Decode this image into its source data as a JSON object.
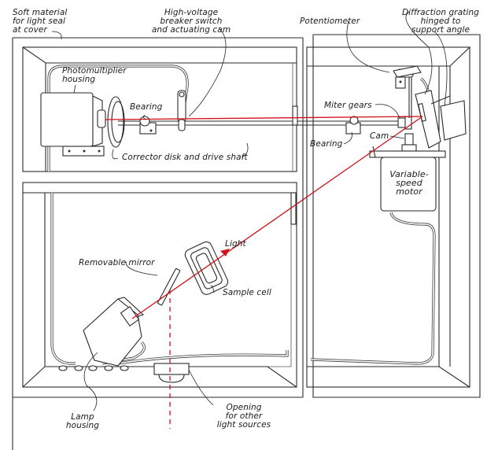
{
  "diagram": {
    "title": "Spectrophotometer apparatus cutaway",
    "colors": {
      "beam": "#d0121b",
      "line": "#2a2a2a",
      "background": "#ffffff"
    },
    "labels": {
      "soft_material": "Soft material\nfor light seal\nat cover",
      "high_voltage": "High-voltage\nbreaker switch\nand actuating cam",
      "potentiometer": "Potentiometer",
      "diffraction": "Diffraction grating\nhinged to\nsupport angle",
      "photomultiplier": "Photomultiplier\nhousing",
      "bearing_left": "Bearing",
      "miter_gears": "Miter gears",
      "bearing_right": "Bearing",
      "cam": "Cam",
      "motor": "Variable-\nspeed\nmotor",
      "corrector": "Corrector disk and drive shaft",
      "light": "Light",
      "mirror": "Removable mirror",
      "sample_cell": "Sample cell",
      "lamp_housing": "Lamp\nhousing",
      "opening": "Opening\nfor other\nlight sources"
    },
    "components": [
      "outer-cabinet",
      "upper-left-compartment",
      "lower-left-compartment",
      "right-compartment",
      "photomultiplier-housing",
      "corrector-disk",
      "drive-shaft",
      "bearing-left",
      "breaker-switch",
      "bearing-right",
      "miter-gears",
      "diffraction-grating",
      "potentiometer",
      "cam",
      "variable-speed-motor",
      "sample-cell",
      "removable-mirror",
      "lamp-housing",
      "opening-port",
      "light-beam"
    ]
  }
}
